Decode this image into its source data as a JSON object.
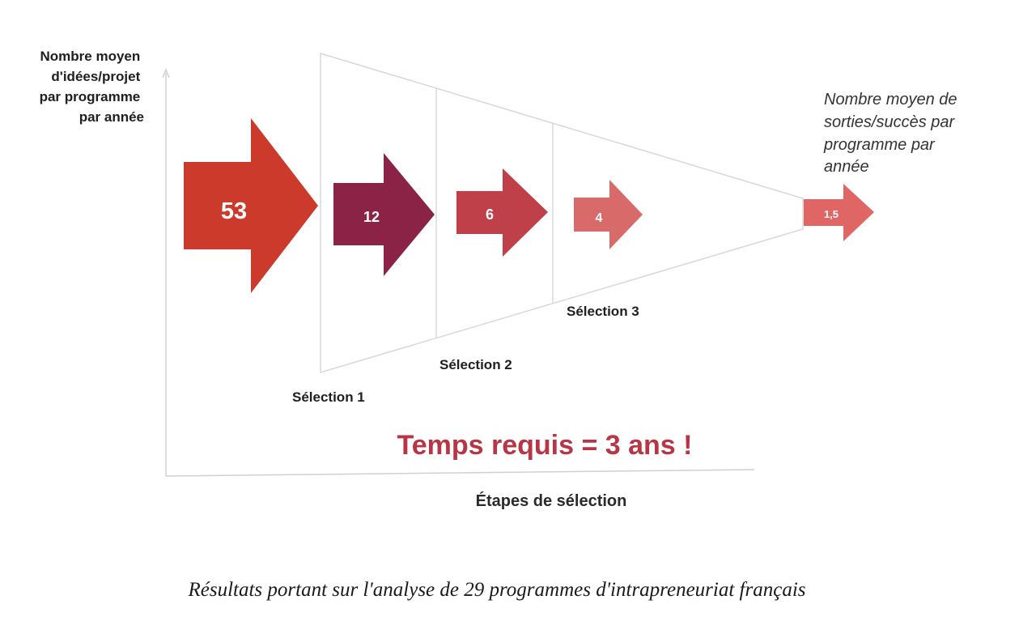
{
  "y_axis_label": [
    "Nombre moyen",
    "d'idées/projet",
    "par programme",
    "par année"
  ],
  "output_label": [
    "Nombre moyen de",
    "sorties/succès par",
    "programme par",
    "année"
  ],
  "stages": [
    {
      "value": "53",
      "color": "#cc3a2c"
    },
    {
      "value": "12",
      "color": "#8b2346"
    },
    {
      "value": "6",
      "color": "#c0404a"
    },
    {
      "value": "4",
      "color": "#d96a6a"
    },
    {
      "value": "1,5",
      "color": "#e06666"
    }
  ],
  "selections": [
    "Sélection 1",
    "Sélection 2",
    "Sélection 3"
  ],
  "time_required": "Temps requis = 3 ans !",
  "time_color": "#b83545",
  "x_axis_label": "Étapes de sélection",
  "caption": "Résultats portant sur l'analyse de 29 programmes d'intrapreneuriat français"
}
